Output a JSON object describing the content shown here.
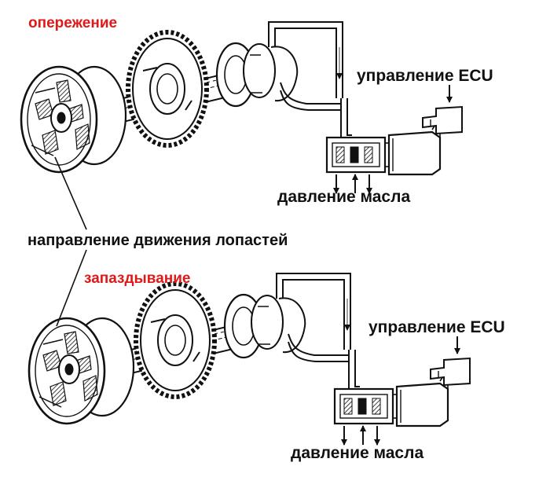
{
  "colors": {
    "mode_label": "#e01818",
    "text": "#111111",
    "line": "#111111",
    "background": "#ffffff"
  },
  "top": {
    "mode_label": "опережение",
    "ecu_label": "управление ECU",
    "oil_label": "давление масла"
  },
  "shared": {
    "vane_direction_label": "направление движения лопастей"
  },
  "bottom": {
    "mode_label": "запаздывание",
    "ecu_label": "управление ECU",
    "oil_label": "давление масла"
  }
}
